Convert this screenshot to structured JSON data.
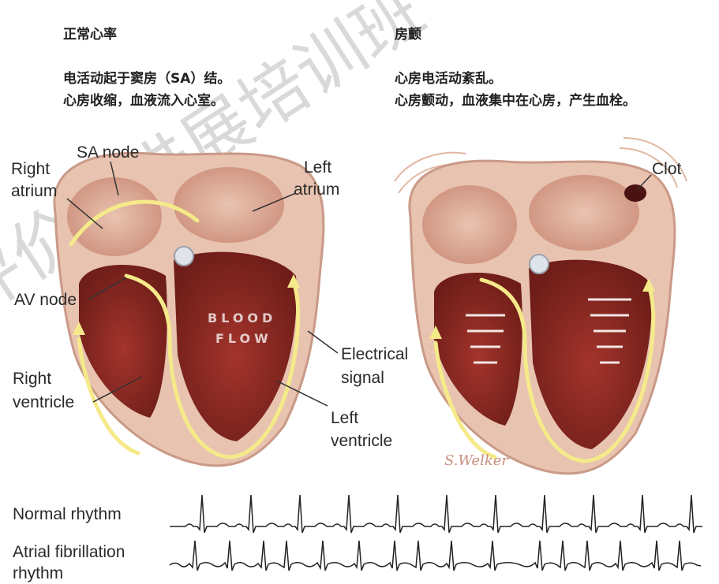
{
  "normal": {
    "title": "正常心率",
    "desc_line1": "电活动起于窦房（SA）结。",
    "desc_line2": "心房收缩，血液流入心室。"
  },
  "afib": {
    "title": "房颤",
    "desc_line1": "心房电活动紊乱。",
    "desc_line2": "心房颤动，血液集中在心房，产生血栓。"
  },
  "labels": {
    "sa_node": "SA node",
    "right_atrium_1": "Right",
    "right_atrium_2": "atrium",
    "left_atrium_1": "Left",
    "left_atrium_2": "atrium",
    "av_node": "AV node",
    "right_ventricle_1": "Right",
    "right_ventricle_2": "ventricle",
    "electrical_signal_1": "Electrical",
    "electrical_signal_2": "signal",
    "left_ventricle_1": "Left",
    "left_ventricle_2": "ventricle",
    "clot": "Clot",
    "blood_flow_1": "BLOOD",
    "blood_flow_2": "FLOW"
  },
  "artist_signature": "S.Welker",
  "rhythms": {
    "normal_label": "Normal rhythm",
    "afib_label_1": "Atrial fibrillation",
    "afib_label_2": "rhythm"
  },
  "watermark": "评价新进展培训班",
  "colors": {
    "heart_outer": "#e8c3b0",
    "heart_muscle": "#8a2a24",
    "heart_dark": "#6e1d18",
    "signal_yellow": "#f5ea8a",
    "clot": "#4a1210"
  }
}
